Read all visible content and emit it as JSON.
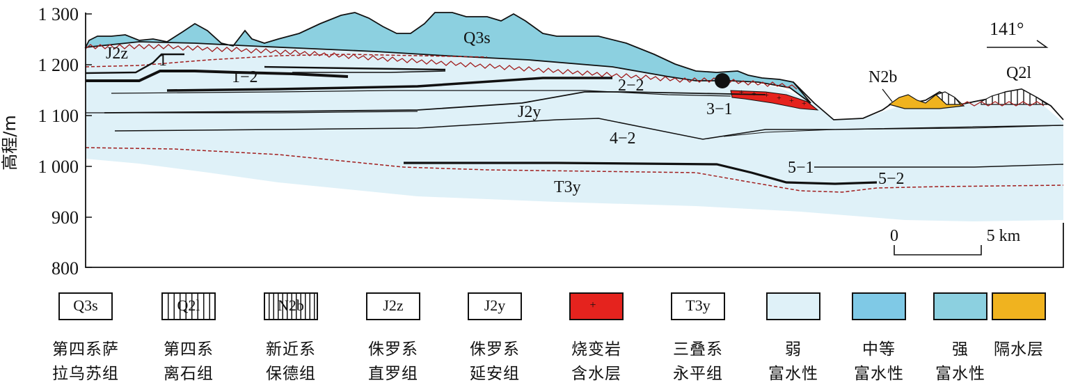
{
  "axis": {
    "ylabel": "高程/m",
    "yticks": [
      "1 300",
      "1 200",
      "1 100",
      "1 000",
      "900",
      "800"
    ]
  },
  "direction": "141°",
  "scale": {
    "zero": "0",
    "end": "5 km"
  },
  "labels": {
    "q3s": "Q3s",
    "j2z": "J2z",
    "seam1": "1",
    "seam1_2": "1−2",
    "seam2_2": "2−2",
    "seam3_1": "3−1",
    "j2y": "J2y",
    "seam4_2": "4−2",
    "n2b": "N2b",
    "q2l": "Q2l",
    "seam5_1": "5−1",
    "seam5_2": "5−2",
    "t3y": "T3y"
  },
  "legend": [
    {
      "code": "Q3s",
      "line1": "第四系萨",
      "line2": "拉乌苏组",
      "pattern": "blank"
    },
    {
      "code": "Q2l",
      "line1": "第四系",
      "line2": "离石组",
      "pattern": "vlines"
    },
    {
      "code": "N2b",
      "line1": "新近系",
      "line2": "保德组",
      "pattern": "vlines-dense"
    },
    {
      "code": "J2z",
      "line1": "侏罗系",
      "line2": "直罗组",
      "pattern": "blank"
    },
    {
      "code": "J2y",
      "line1": "侏罗系",
      "line2": "延安组",
      "pattern": "blank"
    },
    {
      "code": "+",
      "line1": "烧变岩",
      "line2": "含水层",
      "pattern": "red-plus"
    },
    {
      "code": "T3y",
      "line1": "三叠系",
      "line2": "永平组",
      "pattern": "blank"
    },
    {
      "code": "",
      "line1": "弱",
      "line2": "富水性",
      "pattern": "light",
      "color": "#dff1f8"
    },
    {
      "code": "",
      "line1": "中等",
      "line2": "富水性",
      "pattern": "medium",
      "color": "#7fc9e6"
    },
    {
      "code": "",
      "line1": "强",
      "line2": "富水性",
      "pattern": "strong",
      "color": "#8cd0e0"
    },
    {
      "code": "",
      "line1": "隔水层",
      "line2": "",
      "pattern": "aquitard",
      "color": "#f0b31f"
    }
  ],
  "colors": {
    "weak": "#dff1f8",
    "medium": "#7fc9e6",
    "strong": "#8cd0e0",
    "aquitard": "#f0b31f",
    "burnt": "#e5231e",
    "contact": "#a01c1c"
  }
}
